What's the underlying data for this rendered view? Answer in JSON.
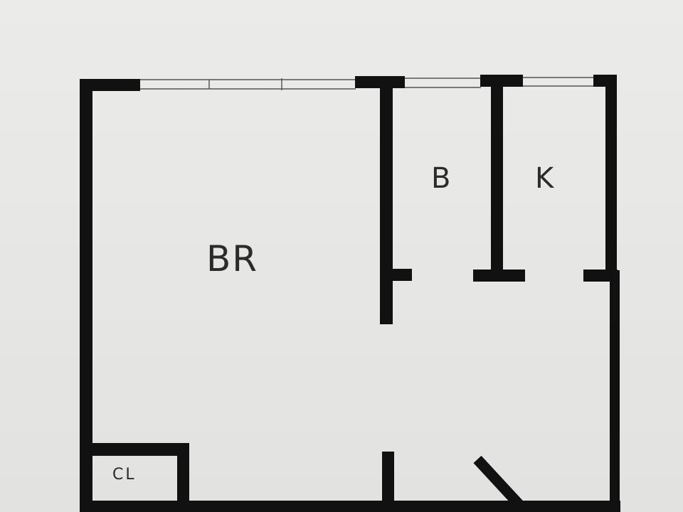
{
  "floor_plan": {
    "rooms": [
      {
        "id": "br",
        "label": "BR"
      },
      {
        "id": "b",
        "label": "B"
      },
      {
        "id": "k",
        "label": "K"
      },
      {
        "id": "cl",
        "label": "CL"
      }
    ],
    "colors": {
      "paper": "#e8e8e6",
      "wall": "#111111",
      "window_line": "#555555",
      "label_ink": "#2b2b2b"
    }
  }
}
